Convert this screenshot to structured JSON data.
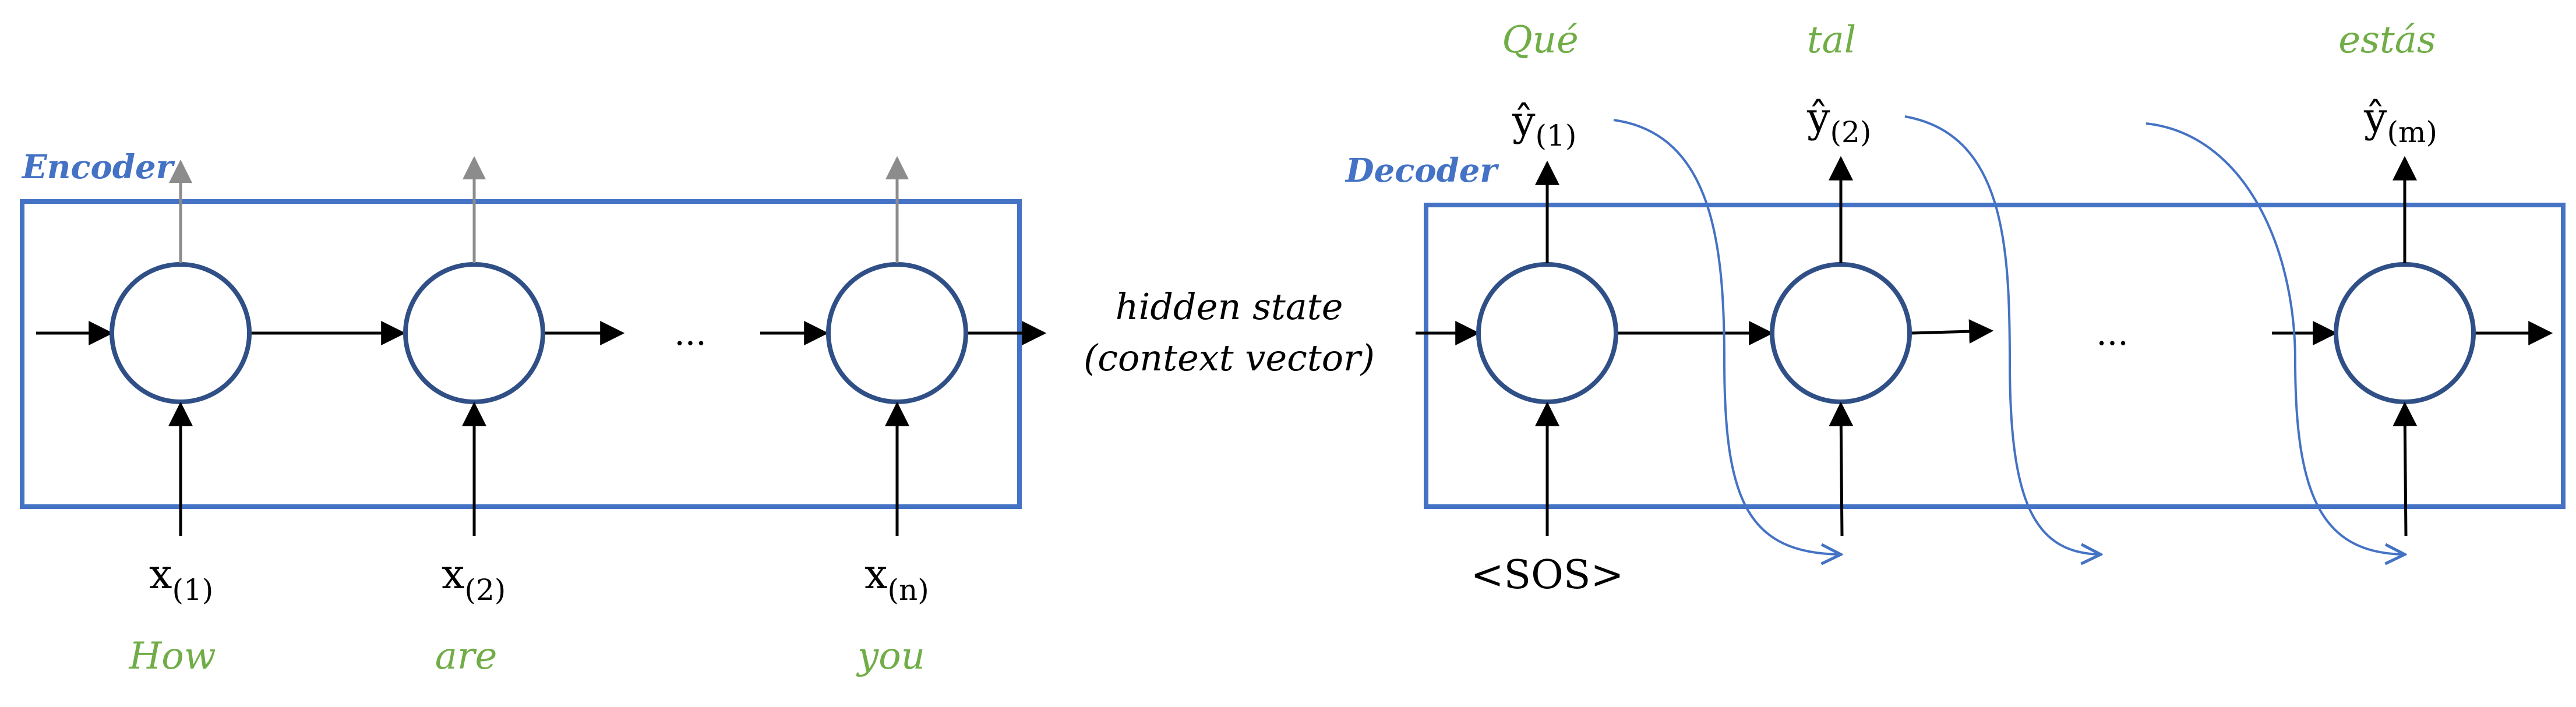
{
  "encoder": {
    "label": "Encoder",
    "dots": "...",
    "inputs": [
      {
        "symbol": "x",
        "subscript": "(1)",
        "word": "How"
      },
      {
        "symbol": "x",
        "subscript": "(2)",
        "word": "are"
      },
      {
        "symbol": "x",
        "subscript": "(n)",
        "word": "you"
      }
    ]
  },
  "context": {
    "line1": "hidden state",
    "line2": "(context vector)"
  },
  "decoder": {
    "label": "Decoder",
    "dots": "...",
    "start_token": "<SOS>",
    "outputs": [
      {
        "symbol": "ŷ",
        "subscript": "(1)",
        "word": "Qué"
      },
      {
        "symbol": "ŷ",
        "subscript": "(2)",
        "word": "tal"
      },
      {
        "symbol": "ŷ",
        "subscript": "(m)",
        "word": "estás"
      }
    ]
  },
  "colors": {
    "box": "#4472c4",
    "node": "#2f4f86",
    "word": "#70ad47",
    "feedback": "#4472c4",
    "encoder_output_arrow": "#8c8c8c"
  }
}
